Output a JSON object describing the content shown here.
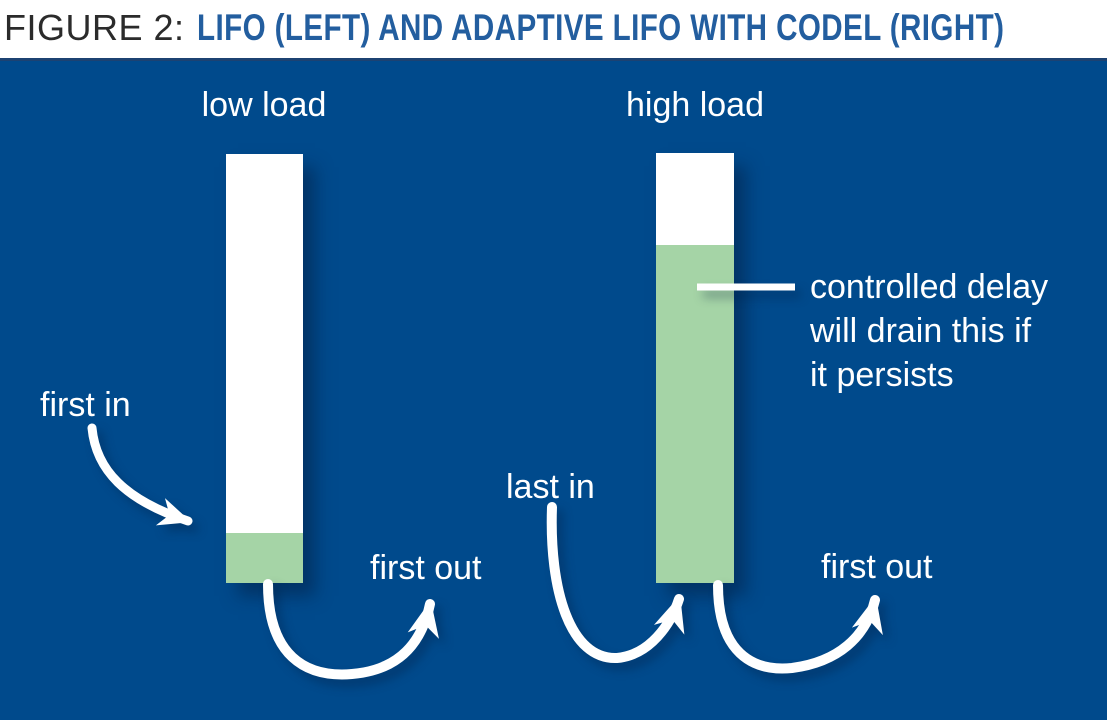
{
  "figure": {
    "label": "FIGURE 2:",
    "title": "LIFO (LEFT) AND ADAPTIVE LIFO WITH CODEL (RIGHT)"
  },
  "colors": {
    "panel_blue": "#004a8c",
    "panel_top_border": "#1c4272",
    "queue_empty_white": "#ffffff",
    "queue_fill_green": "#a5d4a6",
    "title_blue": "#235e9f",
    "figure_label_dark": "#2b2b2b",
    "diagram_text_white": "#ffffff"
  },
  "icons": {
    "arrows": [
      "first-in-arrow",
      "first-out-arrow-left",
      "last-in-arrow",
      "first-out-arrow-right",
      "annotation-pointer-line"
    ],
    "style": "white curved arrow with triangular head"
  },
  "diagram": {
    "left": {
      "heading": "low load",
      "first_in_label": "first in",
      "first_out_label": "first out",
      "queue": {
        "occupied_fraction": 0.12,
        "fill_color": "#a5d4a6"
      }
    },
    "right": {
      "heading": "high load",
      "last_in_label": "last in",
      "first_out_label": "first out",
      "annotation_lines": [
        "controlled delay",
        "will drain this if",
        "it persists"
      ],
      "queue": {
        "occupied_fraction": 0.79,
        "fill_color": "#a5d4a6"
      }
    }
  }
}
